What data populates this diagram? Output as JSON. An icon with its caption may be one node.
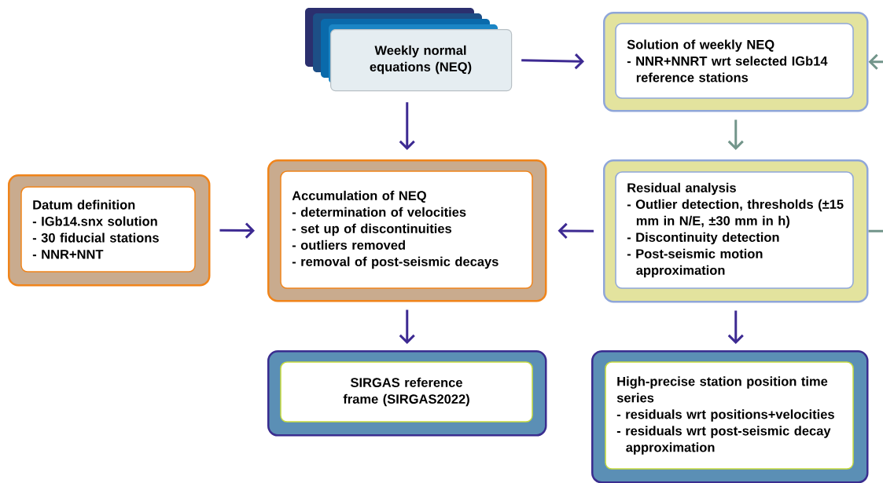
{
  "diagram": {
    "nodes": [
      {
        "text": [
          "Weekly normal equations (NEQ)"
        ]
      },
      {
        "text": [
          "Solution of weekly NEQ",
          "- NNR+NNRT wrt selected IGb14 reference stations"
        ]
      },
      {
        "text": [
          "Datum definition",
          "- IGb14.snx solution",
          "- 30 fiducial stations",
          "- NNR+NNT"
        ]
      },
      {
        "text": [
          "Accumulation of NEQ",
          "- determination of velocities",
          "- set up of discontinuities",
          "- outliers removed",
          "- removal of post-seismic decays"
        ]
      },
      {
        "text": [
          "Residual analysis",
          "- Outlier detection, thresholds (±15 mm in N/E, ±30 mm in h)",
          "- Discontinuity detection",
          "- Post-seismic motion approximation"
        ]
      },
      {
        "text": [
          "SIRGAS reference frame (SIRGAS2022)"
        ]
      },
      {
        "text": [
          "High-precise station position time series",
          "- residuals wrt positions+velocities",
          "- residuals wrt post-seismic decay approximation"
        ]
      }
    ],
    "edges": [
      {
        "from": 0,
        "to": 1,
        "arrow": "to"
      },
      {
        "from": 0,
        "to": 3,
        "arrow": "to"
      },
      {
        "from": 1,
        "to": 4,
        "arrow": "to",
        "color": "#72958a"
      },
      {
        "from": 2,
        "to": 3,
        "arrow": "to"
      },
      {
        "from": 4,
        "to": 3,
        "arrow": "to"
      },
      {
        "from": 3,
        "to": 5,
        "arrow": "to"
      },
      {
        "from": 4,
        "to": 6,
        "arrow": "to"
      },
      {
        "from": 4,
        "to": 1,
        "arrow": "to",
        "color": "#72958a"
      }
    ]
  }
}
